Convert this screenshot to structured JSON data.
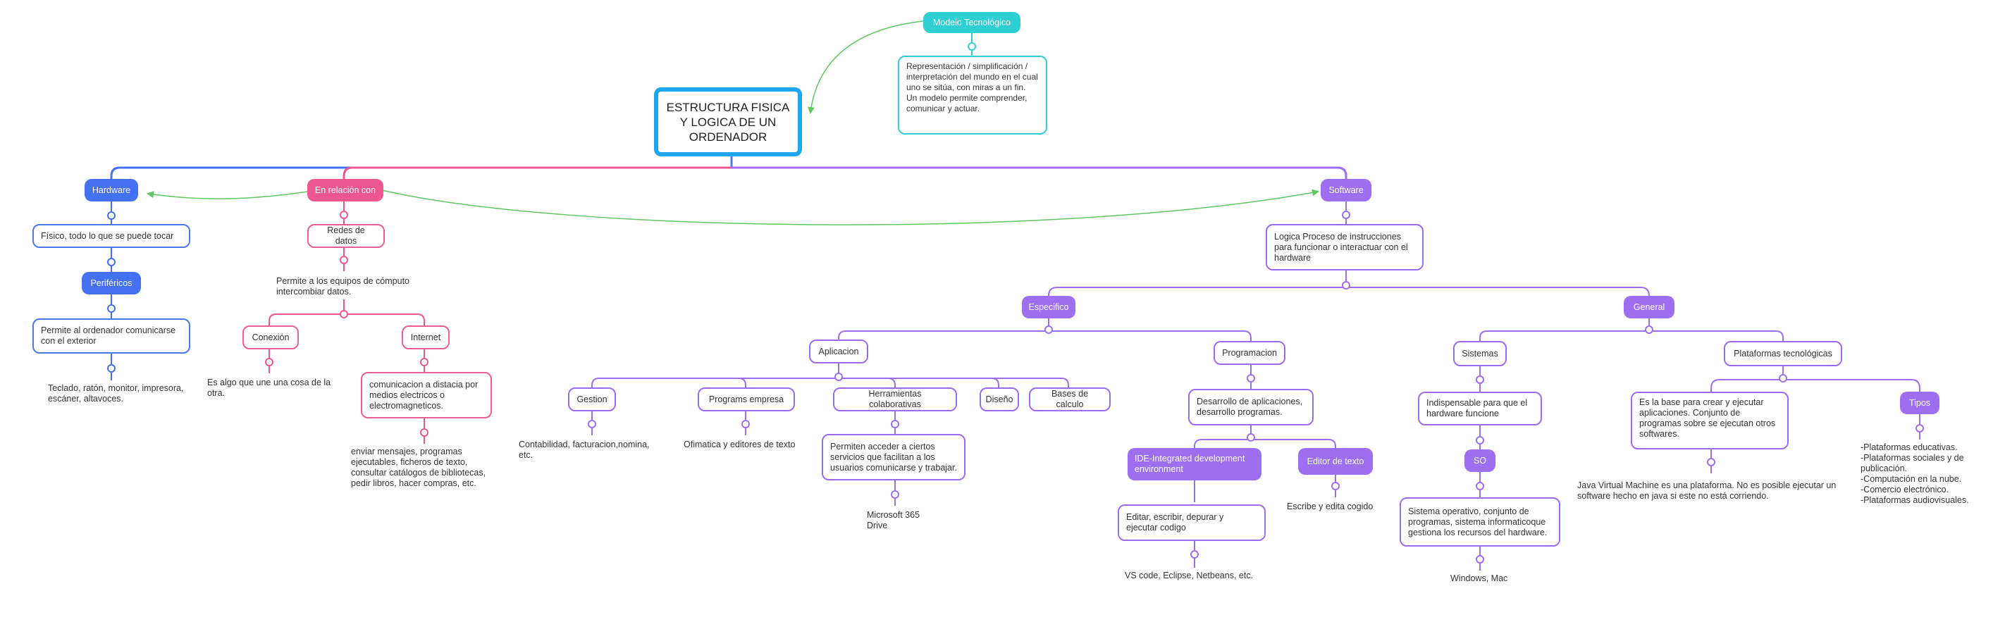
{
  "root": "ESTRUCTURA FISICA Y LOGICA DE UN ORDENADOR",
  "modelo": {
    "title": "Modelo Tecnológico",
    "desc": "Representación / simplificación / interpretación del mundo en el cual uno se sitúa, con miras a un fin.\nUn modelo permite comprender, comunicar y actuar."
  },
  "hardware": {
    "title": "Hardware",
    "desc": "Físico, todo lo que se puede tocar",
    "perifericos": "Periféricos",
    "perif_desc": "Permite al ordenador comunicarse con el exterior",
    "perif_examples": "Teclado, ratón, monitor, impresora, escáner, altavoces."
  },
  "relacion": {
    "title": "En relación  con",
    "redes": "Redes de datos",
    "redes_desc": "Permite a los equipos de cómputo intercombiar datos.",
    "conexion": "Conexión",
    "conexion_desc": "Es algo que une una cosa de la otra.",
    "internet": "Internet",
    "internet_desc": "comunicacion a distacia  por medios electricos o electromagneticos.",
    "internet_examples": "enviar mensajes, programas ejecutables, ficheros de texto, consultar catálogos de bibliotecas, pedir libros, hacer compras, etc."
  },
  "software": {
    "title": "Software",
    "desc": "Logica Proceso de instrucciones para funcionar o interactuar con el hardware",
    "especifico": {
      "title": "Especifico",
      "aplicacion": "Aplicacion",
      "gestion": "Gestion",
      "gestion_desc": "Contabilidad, facturacion,nomina, etc.",
      "programas_empresa": "Programs empresa",
      "programas_desc": "Ofimatica y editores de texto",
      "herramientas": "Herramientas colaborativas",
      "herramientas_desc": "Permiten acceder a ciertos servicios que facilitan a los usuarios comunicarse y trabajar.",
      "herramientas_examples": "Microsoft 365\nDrive",
      "diseno": "Diseño",
      "bases": "Bases de calculo",
      "programacion": "Programacion",
      "prog_desc": "Desarrollo de aplicaciones, desarrollo programas.",
      "ide": "IDE-Integrated development environment",
      "ide_desc": "Editar, escribir, depurar y ejecutar codigo",
      "ide_examples": "VS code, Eclipse, Netbeans, etc.",
      "editor": "Editor de texto",
      "editor_desc": "Escribe y edita cogido"
    },
    "general": {
      "title": "General",
      "sistemas": "Sistemas",
      "sistemas_desc": "Indispensable para que el hardware funcione",
      "so": "SO",
      "so_desc": "Sistema operativo, conjunto de programas, sistema informaticoque gestiona los recursos del hardware.",
      "so_examples": "Windows, Mac",
      "plataformas": "Plataformas tecnológicas",
      "plataformas_desc": "Es la base para crear y ejecutar aplicaciones. Conjunto de programas sobre se ejecutan otros softwares.",
      "plataformas_note": "Java Virtual Machine es una plataforma. No es posible ejecutar un software hecho en java si este no está corriendo.",
      "tipos": "Tipos",
      "tipos_list": "-Plataformas educativas.\n-Plataformas sociales y de publicación.\n-Computación en la nube.\n-Comercio electrónico.\n-Plataformas audiovisuales."
    }
  },
  "colors": {
    "blue": "#4470f2",
    "pink": "#ec5790",
    "purple": "#9d6ff0",
    "teal": "#2ecfd2",
    "root_border": "#1ea6f0",
    "arrow": "#5ec95e"
  }
}
